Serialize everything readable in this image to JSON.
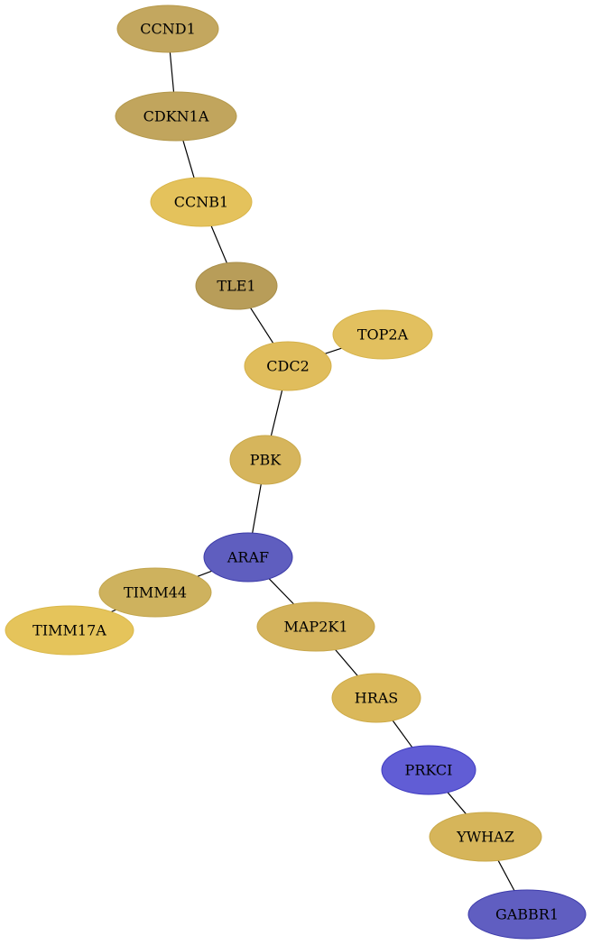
{
  "graph": {
    "nodes": [
      {
        "id": "CCND1",
        "label": "CCND1",
        "fill": "#c3a75f",
        "stroke": "#b89a4a"
      },
      {
        "id": "CDKN1A",
        "label": "CDKN1A",
        "fill": "#c1a55d",
        "stroke": "#b3984c"
      },
      {
        "id": "CCNB1",
        "label": "CCNB1",
        "fill": "#e4c25c",
        "stroke": "#d9b54a"
      },
      {
        "id": "TLE1",
        "label": "TLE1",
        "fill": "#b89d59",
        "stroke": "#a88e4a"
      },
      {
        "id": "TOP2A",
        "label": "TOP2A",
        "fill": "#e2c05f",
        "stroke": "#d6b44c"
      },
      {
        "id": "CDC2",
        "label": "CDC2",
        "fill": "#e0bd5c",
        "stroke": "#d4b04a"
      },
      {
        "id": "PBK",
        "label": "PBK",
        "fill": "#d6b55c",
        "stroke": "#c9a84a"
      },
      {
        "id": "ARAF",
        "label": "ARAF",
        "fill": "#5f5ebf",
        "stroke": "#3c3ba8"
      },
      {
        "id": "TIMM44",
        "label": "TIMM44",
        "fill": "#ceb25e",
        "stroke": "#c2a54c"
      },
      {
        "id": "TIMM17A",
        "label": "TIMM17A",
        "fill": "#e5c45b",
        "stroke": "#dab84a"
      },
      {
        "id": "MAP2K1",
        "label": "MAP2K1",
        "fill": "#d4b35c",
        "stroke": "#c7a64a"
      },
      {
        "id": "HRAS",
        "label": "HRAS",
        "fill": "#dab85a",
        "stroke": "#ceab48"
      },
      {
        "id": "PRKCI",
        "label": "PRKCI",
        "fill": "#615dd5",
        "stroke": "#3f3bc0"
      },
      {
        "id": "YWHAZ",
        "label": "YWHAZ",
        "fill": "#d6b55a",
        "stroke": "#c9a848"
      },
      {
        "id": "GABBR1",
        "label": "GABBR1",
        "fill": "#605ec1",
        "stroke": "#3e3cab"
      }
    ],
    "edges": [
      {
        "source": "CCND1",
        "target": "CDKN1A"
      },
      {
        "source": "CDKN1A",
        "target": "CCNB1"
      },
      {
        "source": "CCNB1",
        "target": "TLE1"
      },
      {
        "source": "TLE1",
        "target": "CDC2"
      },
      {
        "source": "CDC2",
        "target": "TOP2A"
      },
      {
        "source": "CDC2",
        "target": "PBK"
      },
      {
        "source": "PBK",
        "target": "ARAF"
      },
      {
        "source": "ARAF",
        "target": "TIMM44"
      },
      {
        "source": "TIMM44",
        "target": "TIMM17A"
      },
      {
        "source": "ARAF",
        "target": "MAP2K1"
      },
      {
        "source": "MAP2K1",
        "target": "HRAS"
      },
      {
        "source": "HRAS",
        "target": "PRKCI"
      },
      {
        "source": "PRKCI",
        "target": "YWHAZ"
      },
      {
        "source": "YWHAZ",
        "target": "GABBR1"
      }
    ]
  }
}
